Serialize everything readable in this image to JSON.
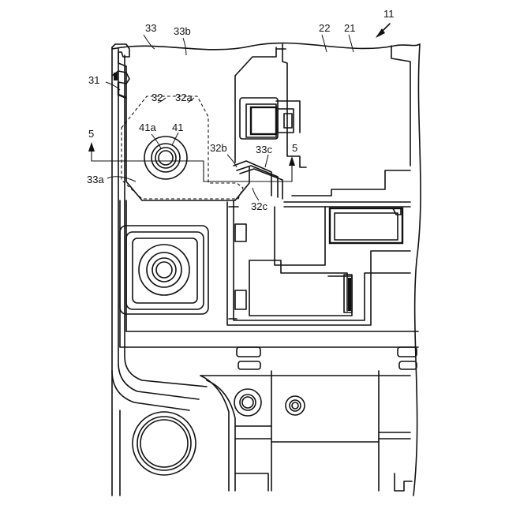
{
  "labels": {
    "l11": "11",
    "l21": "21",
    "l22": "22",
    "l31": "31",
    "l32": "32",
    "l32a": "32a",
    "l32b": "32b",
    "l32c": "32c",
    "l33": "33",
    "l33a": "33a",
    "l33b": "33b",
    "l33c": "33c",
    "l41": "41",
    "l41a": "41a",
    "l5_left": "5",
    "l5_right": "5"
  }
}
